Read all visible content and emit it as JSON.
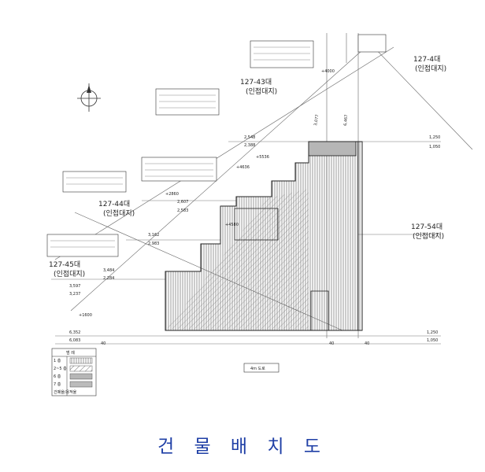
{
  "title": "건 물 배 치 도",
  "road_label": "4m 도로",
  "legend": {
    "header": "범 례",
    "rows": [
      {
        "label": "1 층"
      },
      {
        "label": "2~5 층"
      },
      {
        "label": "6 층"
      },
      {
        "label": "7 층"
      },
      {
        "label": "건폐율/용적율"
      }
    ]
  },
  "parcels": {
    "p43": {
      "name": "127-43대",
      "note": "(인접대지)"
    },
    "p44": {
      "name": "127-44대",
      "note": "(인접대지)"
    },
    "p45": {
      "name": "127-45대",
      "note": "(인접대지)"
    },
    "p4": {
      "name": "127-4대",
      "note": "(인접대지)"
    },
    "p54": {
      "name": "127-54대",
      "note": "(인접대지)"
    }
  },
  "dims": {
    "d3077": "3,077",
    "d6467": "6,467",
    "r1250a": "1,250",
    "r1050": "1,050",
    "r1250b": "1,250",
    "r1050b": "1,050",
    "l2548": "2,548",
    "l2388": "2,388",
    "l2607": "2,607",
    "l2583": "2,583",
    "l3162": "3,162",
    "l2983": "2,983",
    "l3484": "3,484",
    "l2284": "2,284",
    "l3597": "3,597",
    "l3237": "3,237",
    "l6352": "6,352",
    "l6083": "6,083",
    "e5536": "+5536",
    "e4636": "+4636",
    "e4580": "+4580",
    "e4000": "+4000",
    "e2860": "+2860",
    "e1600": "+1600",
    "e40a": "40",
    "e40b": "40",
    "e40c": "40"
  }
}
